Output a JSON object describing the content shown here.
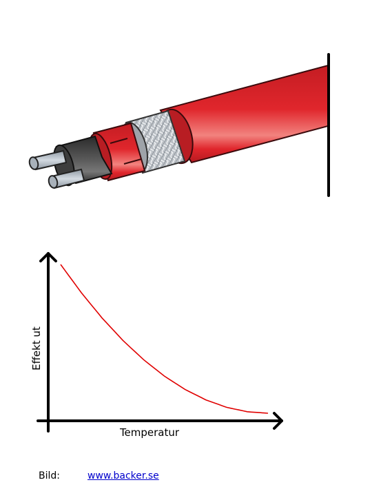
{
  "diagram": {
    "x_axis_label": "Temperatur",
    "y_axis_label": "Effekt ut"
  },
  "chart_data": {
    "type": "line",
    "xlabel": "Temperatur",
    "ylabel": "Effekt ut",
    "title": "",
    "series": [
      {
        "x": [
          0,
          0.1,
          0.2,
          0.3,
          0.4,
          0.5,
          0.6,
          0.7,
          0.8,
          0.9,
          1.0
        ],
        "y": [
          1.0,
          0.81,
          0.64,
          0.49,
          0.36,
          0.25,
          0.16,
          0.09,
          0.04,
          0.01,
          0.0
        ]
      }
    ],
    "grid": false,
    "colors": {
      "curve": "#e00000",
      "axes": "#000000"
    }
  },
  "credit": {
    "label": "Bild:",
    "link_text": "www.backer.se"
  },
  "colors": {
    "cable_red": "#e0262c",
    "cable_dark_red": "#8e1015",
    "core_dark": "#3a3a3a",
    "conductor_grey": "#b9c2cb",
    "braid_grey": "#c9cdd2"
  }
}
